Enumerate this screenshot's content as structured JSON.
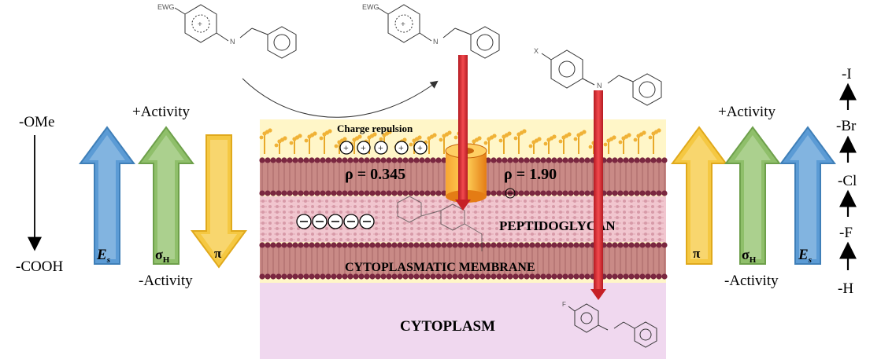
{
  "left_group": {
    "substituent_top": "-OMe",
    "substituent_bottom": "-COOH",
    "plus_activity": "+Activity",
    "minus_activity": "-Activity",
    "es_label": "E",
    "es_sub": "s",
    "sigma_label": "σ",
    "sigma_sub": "H",
    "pi_label": "π"
  },
  "right_group": {
    "plus_activity": "+Activity",
    "minus_activity": "-Activity",
    "pi_label": "π",
    "sigma_label": "σ",
    "sigma_sub": "H",
    "es_label": "E",
    "es_sub": "s",
    "halogens": [
      "-I",
      "-Br",
      "-Cl",
      "-F",
      "-H"
    ]
  },
  "membrane": {
    "charge_repulsion": "Charge repulsion",
    "rho_left": "ρ = 0.345",
    "rho_right": "ρ = 1.90",
    "peptidoglycan": "PEPTIDOGLYCAN",
    "cytoplasmic_membrane": "CYTOPLASMATIC MEMBRANE",
    "cytoplasm": "CYTOPLASM"
  },
  "molecules": {
    "ewg_label": "EWG",
    "x_label": "X",
    "n_label": "N",
    "f_label": "F"
  },
  "colors": {
    "es_arrow": "#5b9bd5",
    "sigma_arrow": "#8fbf6a",
    "pi_arrow": "#f5c842",
    "outer_band": "#fff6c8",
    "lipid_band": "#c98a86",
    "lipid_head": "#7a2740",
    "cytoplasm": "#f0d8ef",
    "red_arrow": "#d9262b",
    "pore": "#f28a1a"
  }
}
